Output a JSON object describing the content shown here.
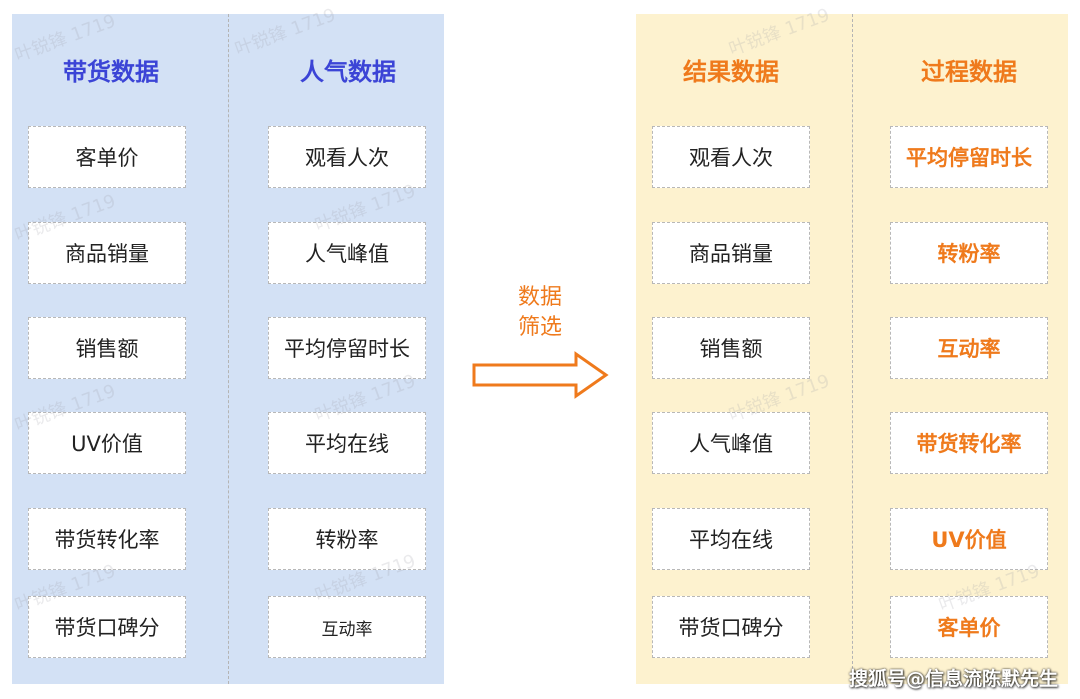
{
  "left_panel": {
    "columns": [
      {
        "title": "带货数据",
        "items": [
          "客单价",
          "商品销量",
          "销售额",
          "UV价值",
          "带货转化率",
          "带货口碑分"
        ]
      },
      {
        "title": "人气数据",
        "items": [
          "观看人次",
          "人气峰值",
          "平均停留时长",
          "平均在线",
          "转粉率",
          "互动率"
        ]
      }
    ],
    "background_color": "#d3e1f5",
    "title_color": "#3b44d6"
  },
  "arrow": {
    "label_line1": "数据",
    "label_line2": "筛选",
    "color": "#ef7a1c"
  },
  "right_panel": {
    "columns": [
      {
        "title": "结果数据",
        "items": [
          "观看人次",
          "商品销量",
          "销售额",
          "人气峰值",
          "平均在线",
          "带货口碑分"
        ]
      },
      {
        "title": "过程数据",
        "items": [
          "平均停留时长",
          "转粉率",
          "互动率",
          "带货转化率",
          "UV价值",
          "客单价"
        ]
      }
    ],
    "background_color": "#fdf2cf",
    "title_color": "#ef7a1c"
  },
  "watermark": "叶锐锋 1719",
  "credit": "搜狐号@信息流陈默先生"
}
